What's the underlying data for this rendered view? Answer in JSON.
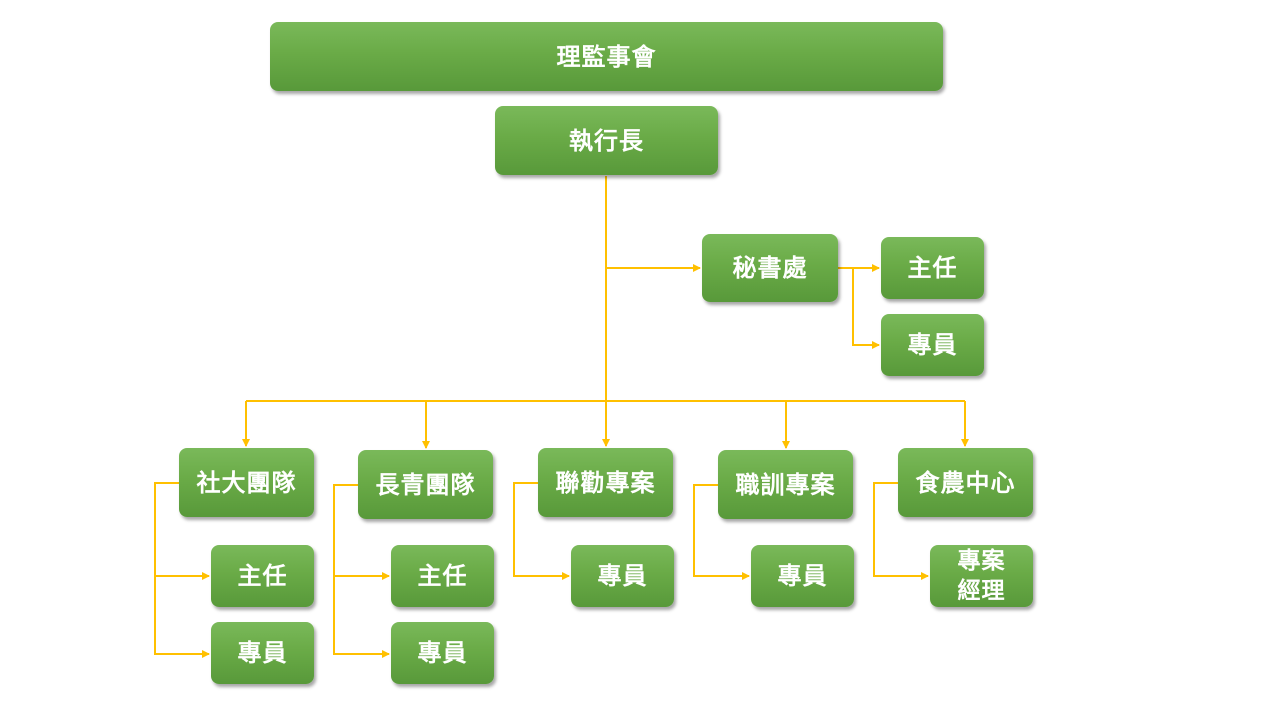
{
  "colors": {
    "node_fill": "#6aab47",
    "node_text": "#ffffff",
    "connector": "#ffc000"
  },
  "board": {
    "label": "理監事會"
  },
  "ceo": {
    "label": "執行長"
  },
  "secretariat": {
    "label": "秘書處",
    "director": "主任",
    "staff": "專員"
  },
  "departments": [
    {
      "label": "社大團隊",
      "children": [
        "主任",
        "專員"
      ]
    },
    {
      "label": "長青團隊",
      "children": [
        "主任",
        "專員"
      ]
    },
    {
      "label": "聯勸專案",
      "children": [
        "專員"
      ]
    },
    {
      "label": "職訓專案",
      "children": [
        "專員"
      ]
    },
    {
      "label": "食農中心",
      "children": [
        "專案\n經理"
      ]
    }
  ]
}
